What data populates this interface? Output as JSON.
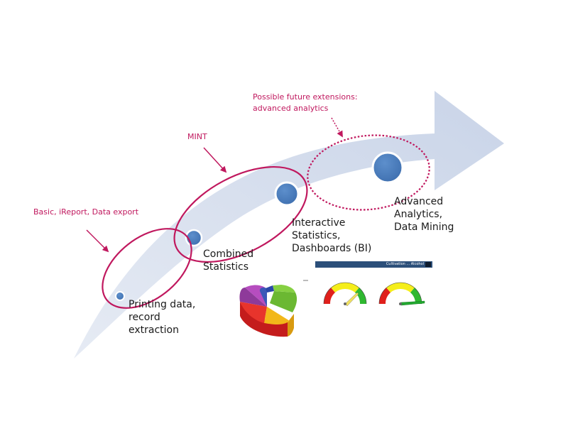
{
  "annotations": {
    "basic": "Basic, iReport, Data export",
    "mint": "MINT",
    "future_line1": "Possible future extensions:",
    "future_line2": "advanced analytics"
  },
  "stages": [
    {
      "lines": [
        "Printing data,",
        "record",
        "extraction"
      ]
    },
    {
      "lines": [
        "Combined",
        "Statistics"
      ]
    },
    {
      "lines": [
        "Interactive",
        "Statistics,",
        "Dashboards (BI)"
      ]
    },
    {
      "lines": [
        "Advanced",
        "Analytics,",
        "Data Mining"
      ]
    }
  ],
  "dashboard": {
    "header_text": "Cultivation ... Alcohol"
  },
  "colors": {
    "arrow": "#d3dcec",
    "stage_dot": "#4a7cbc",
    "annotation": "#c0185e",
    "gauge_red": "#e0201c",
    "gauge_yellow": "#f5ee1a",
    "gauge_green": "#2fb830"
  }
}
